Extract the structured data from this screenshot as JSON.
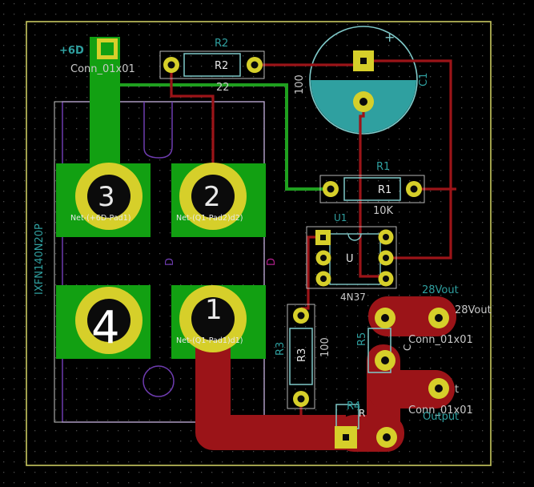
{
  "colors": {
    "background": "#000000",
    "grid": "#4a4a4a",
    "edge_cuts": "#c8c860",
    "front_copper": "#9b1418",
    "back_copper": "#1fa01f",
    "back_copper_pad": "#12a012",
    "pad_ring": "#d6cf2a",
    "pad_hole": "#0b0b0b",
    "silkscreen": "#7fc9c9",
    "fab_outline": "#6e3cb0",
    "courtyard": "#c8c8c8",
    "net_text": "#e8e8e8",
    "cap_fill": "#2fa0a0",
    "magenta": "#b0208c"
  },
  "labels": {
    "plus_6d": "+6D",
    "conn_01x01_top": "Conn_01x01",
    "r2_ref_top": "R2",
    "r2_body": "R2",
    "r2_value": "22",
    "c1_value": "100",
    "c1_ref": "C1",
    "c1_plus": "+",
    "r1_ref_top": "R1",
    "r1_body": "R1",
    "r1_value": "10K",
    "u1_ref": "U1",
    "u1_body": "U",
    "u1_value": "4N37",
    "mosfet_value": "IXFN140N20P",
    "d_left": "D",
    "d_right": "D",
    "pad3_num": "3",
    "pad2_num": "2",
    "pad4_num": "4",
    "pad1_num": "1",
    "pad3_net": "Net-(+6D-Pad1)",
    "pad2_net": "Net-(Q1-Pad2)d2)",
    "pad1_net": "Net-(Q1-Pad1)d1)",
    "r3_ref": "R3",
    "r3_body": "R3",
    "r3_value": "100",
    "r4_ref": "R4",
    "r4_body": "R",
    "r5_ref": "R5",
    "out28_ref": "28Vout",
    "out28_value": "28Vout",
    "conn_01x01_mid": "Conn_01x01",
    "output_ref": "Output",
    "output_value": "t",
    "conn_01x01_bot": "Conn_01x01",
    "c_small": "C"
  }
}
